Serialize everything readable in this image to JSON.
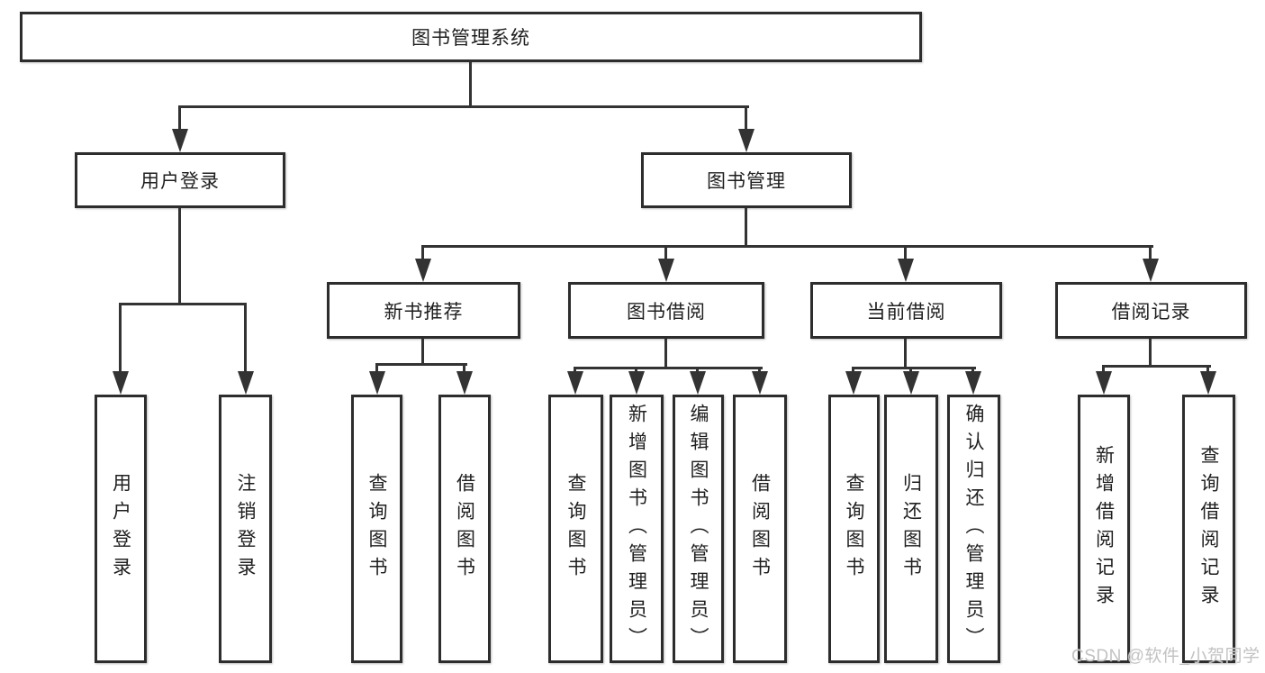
{
  "diagram": {
    "root": {
      "label": "图书管理系统"
    },
    "level2": [
      {
        "label": "用户登录"
      },
      {
        "label": "图书管理"
      }
    ],
    "level3": [
      {
        "label": "新书推荐"
      },
      {
        "label": "图书借阅"
      },
      {
        "label": "当前借阅"
      },
      {
        "label": "借阅记录"
      }
    ],
    "leaves": {
      "login": [
        {
          "label": "用户登录"
        },
        {
          "label": "注销登录"
        }
      ],
      "newbook": [
        {
          "label": "查询图书"
        },
        {
          "label": "借阅图书"
        }
      ],
      "borrow": [
        {
          "label": "查询图书"
        },
        {
          "label": "新增图书（管理员）"
        },
        {
          "label": "编辑图书（管理员）"
        },
        {
          "label": "借阅图书"
        }
      ],
      "current": [
        {
          "label": "查询图书"
        },
        {
          "label": "归还图书"
        },
        {
          "label": "确认归还（管理员）"
        }
      ],
      "records": [
        {
          "label": "新增借阅记录"
        },
        {
          "label": "查询借阅记录"
        }
      ]
    },
    "watermark": "CSDN @软件_小贺同学"
  },
  "colors": {
    "line": "#333333",
    "border": "#2d2d2d",
    "text": "#1f1f1f",
    "watermark": "#c2c2c2",
    "background": "#ffffff"
  }
}
